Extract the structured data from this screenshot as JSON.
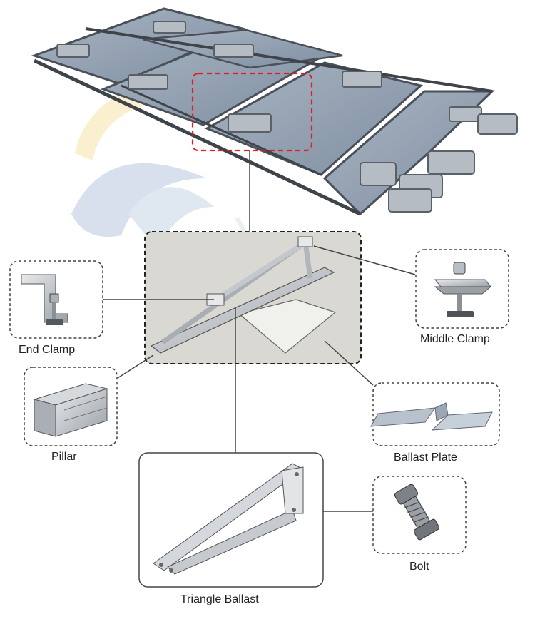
{
  "diagram": {
    "components": [
      {
        "id": "end-clamp",
        "label": "End Clamp"
      },
      {
        "id": "pillar",
        "label": "Pillar"
      },
      {
        "id": "middle-clamp",
        "label": "Middle Clamp"
      },
      {
        "id": "ballast-plate",
        "label": "Ballast Plate"
      },
      {
        "id": "bolt",
        "label": "Bolt"
      },
      {
        "id": "triangle-ballast",
        "label": "Triangle Ballast"
      }
    ],
    "colors": {
      "panel": "#8f9fb0",
      "frame": "#5a6068",
      "detail_bg": "#d9d8d2",
      "highlight": "#e02020",
      "watermark_yellow": "#f6e2a6",
      "watermark_blue": "#b7c7dd",
      "metal": "#c9cdd2"
    }
  }
}
